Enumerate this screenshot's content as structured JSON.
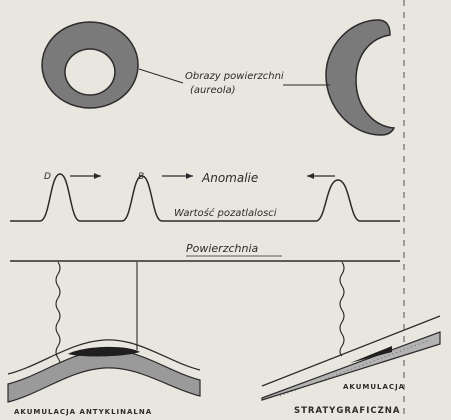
{
  "labels": {
    "aureola_line1": "Obrazy powierzchni",
    "aureola_line2": "(aureola)",
    "anomalie": "Anomalie",
    "wartosc": "Wartość pozatlalosci",
    "powierzchnia": "Powierzchnia",
    "peak_left": "D",
    "peak_mid": "B",
    "akum_anty": "AKUMULACJA ANTYKLINALNA",
    "akum_strat_1": "AKUMULACJA",
    "akum_strat_2": "STRATYGRAFICZNA"
  },
  "colors": {
    "background": "#e9e6df",
    "ink": "#2b2b2b",
    "shaded": "#7a7a7a",
    "dark_fill": "#1f1f1f"
  }
}
